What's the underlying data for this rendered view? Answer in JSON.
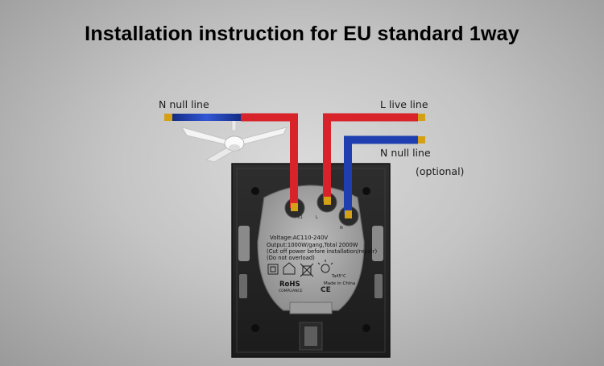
{
  "title": "Installation instruction for EU standard 1way",
  "labels": {
    "n_null_line_left": "N null line",
    "l_live_line": "L live line",
    "n_null_line_right": "N null line",
    "optional": "(optional)"
  },
  "plate": {
    "voltage": "Voltage:AC110-240V",
    "output": "Output:1000W/gang,Total 2000W",
    "cutoff": "(Cut off power before installation/repair)",
    "overload": "(Do not overload)",
    "rohs": "RoHS",
    "compliance": "COMPLIANCE",
    "made_in": "Made in China",
    "ta": "Ta45°C"
  },
  "icons": [
    "ceiling-fan-icon",
    "double-insulation-icon",
    "indoor-use-icon",
    "weee-bin-icon",
    "lamp-load-icon",
    "ce-mark-icon"
  ],
  "colors": {
    "live_wire": "#d9232a",
    "neutral_wire": "#1f3fb0",
    "copper_tip": "#d4a016",
    "switch_body": "#222222"
  }
}
